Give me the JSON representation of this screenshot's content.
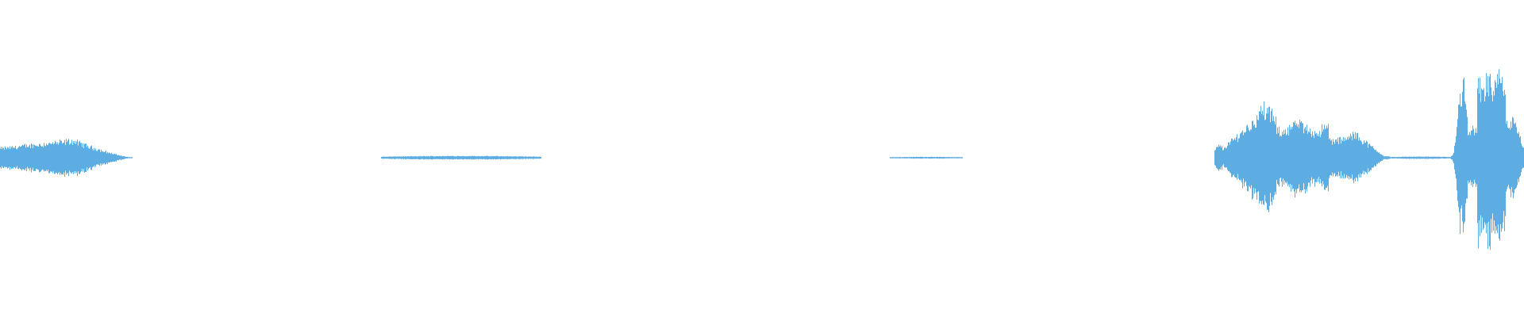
{
  "waveform": {
    "color": "#5DADE2",
    "amplitude_scale": 1.0,
    "segments": [
      {
        "name": "segment-1",
        "start": 0.0,
        "end": 0.087,
        "peak": 0.12,
        "shape": "swell"
      },
      {
        "name": "segment-2",
        "start": 0.25,
        "end": 0.355,
        "peak": 0.012,
        "shape": "flat"
      },
      {
        "name": "segment-3",
        "start": 0.584,
        "end": 0.632,
        "peak": 0.006,
        "shape": "flat"
      },
      {
        "name": "segment-4",
        "start": 0.797,
        "end": 0.912,
        "peak": 0.34,
        "shape": "phrase"
      },
      {
        "name": "segment-5",
        "start": 0.912,
        "end": 0.952,
        "peak": 0.008,
        "shape": "flat"
      },
      {
        "name": "segment-6",
        "start": 0.952,
        "end": 1.0,
        "peak": 0.55,
        "shape": "burst"
      }
    ]
  }
}
